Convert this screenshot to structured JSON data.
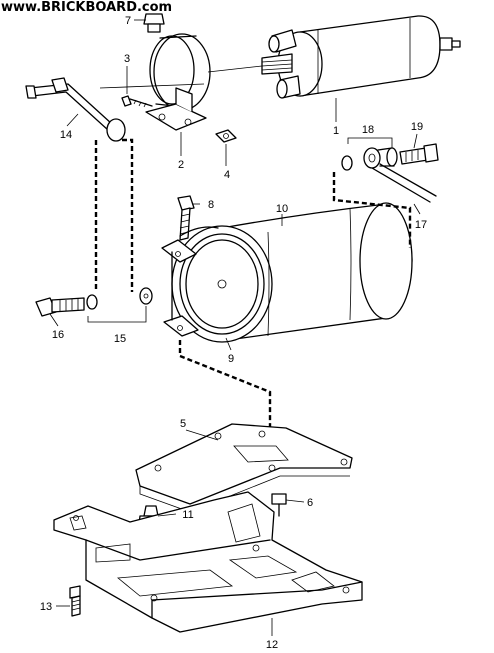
{
  "watermark": "www.BRICKBOARD.com",
  "callouts": [
    "1",
    "2",
    "3",
    "4",
    "5",
    "6",
    "7",
    "8",
    "9",
    "10",
    "11",
    "12",
    "13",
    "14",
    "15",
    "16",
    "17",
    "18",
    "19"
  ]
}
